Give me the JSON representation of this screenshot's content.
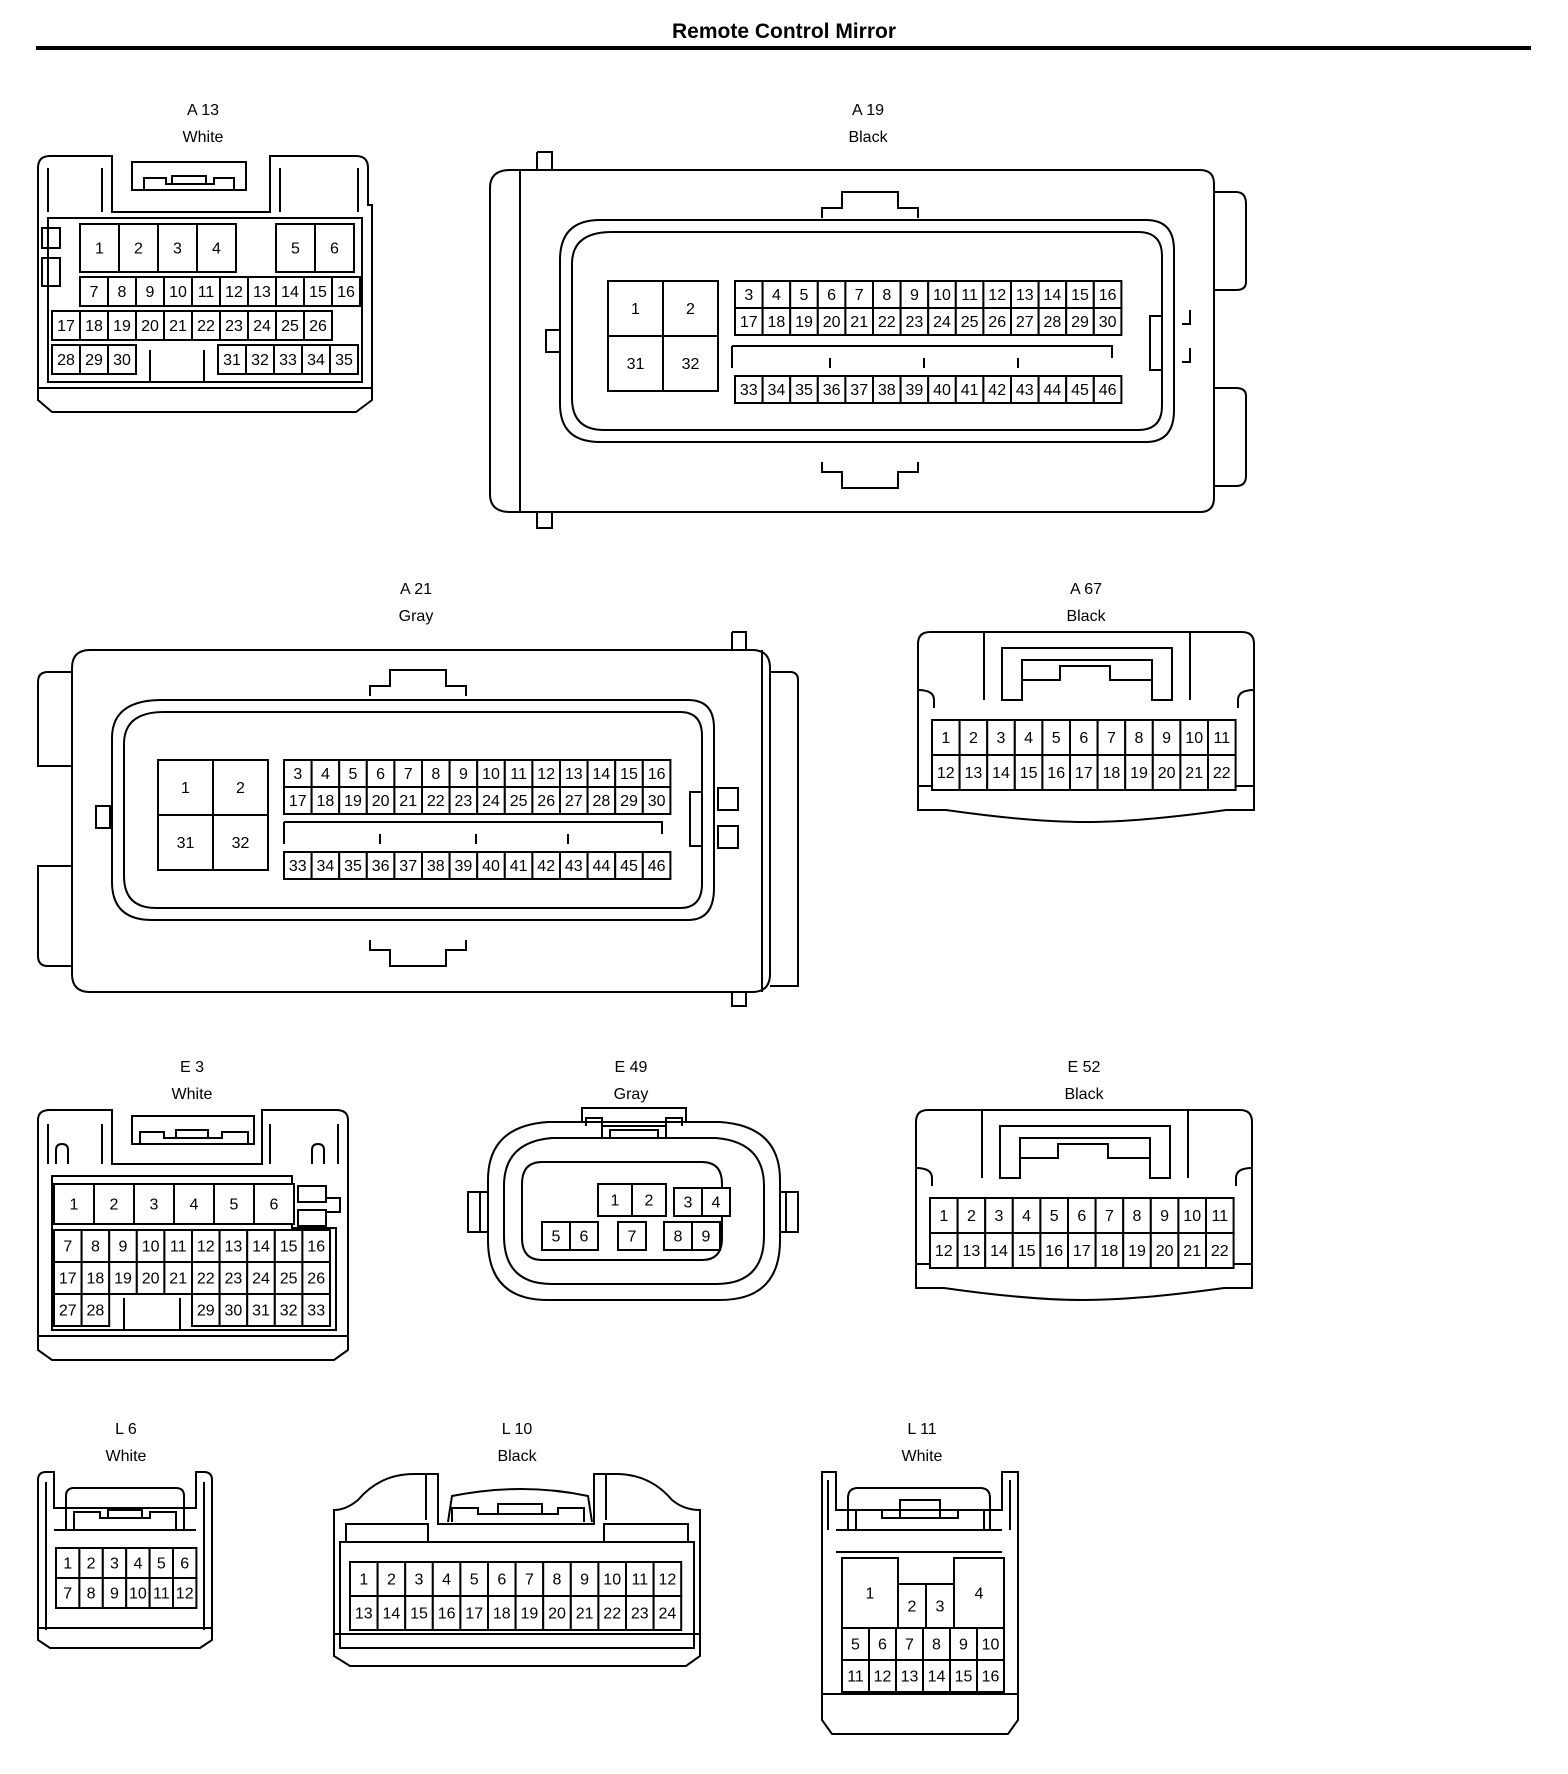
{
  "page": {
    "title": "Remote Control Mirror"
  },
  "connectors": [
    {
      "id": "A 13",
      "color": "White"
    },
    {
      "id": "A 19",
      "color": "Black"
    },
    {
      "id": "A 21",
      "color": "Gray"
    },
    {
      "id": "A 67",
      "color": "Black"
    },
    {
      "id": "E 3",
      "color": "White"
    },
    {
      "id": "E 49",
      "color": "Gray"
    },
    {
      "id": "E 52",
      "color": "Black"
    },
    {
      "id": "L 6",
      "color": "White"
    },
    {
      "id": "L 10",
      "color": "Black"
    },
    {
      "id": "L 11",
      "color": "White"
    }
  ]
}
